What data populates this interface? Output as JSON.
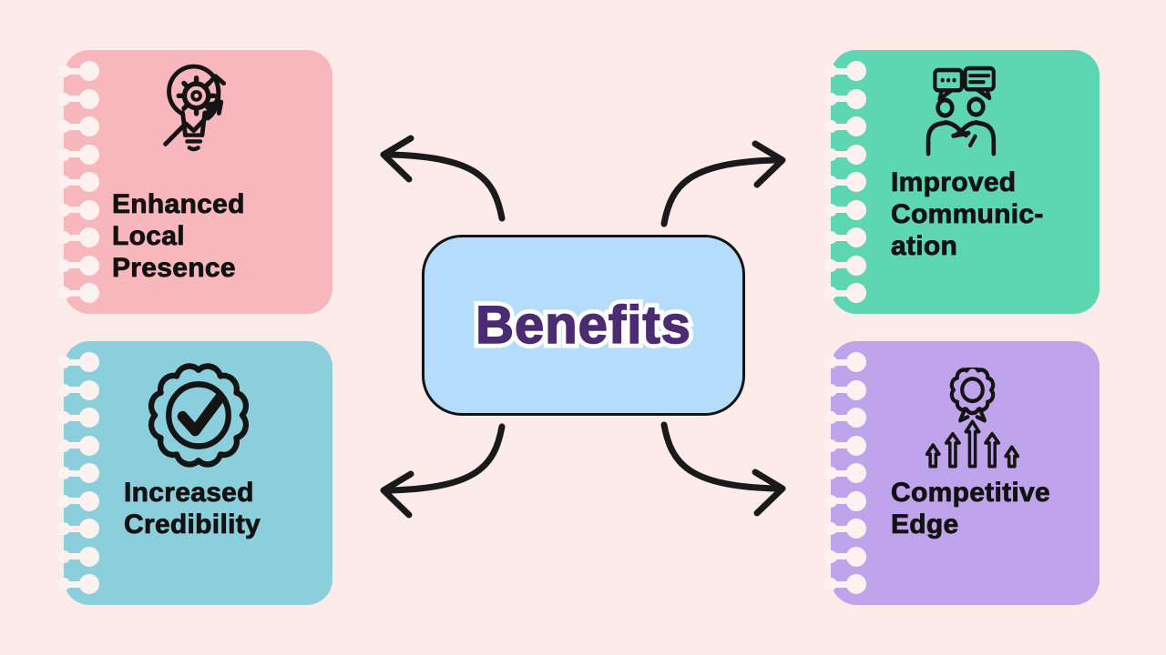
{
  "page": {
    "background": "#fcebe8"
  },
  "center": {
    "label": "Benefits",
    "fill": "#b5dcfa",
    "border_color": "#141414",
    "text_color": "#4b2b72",
    "outline_color": "#ffffff"
  },
  "cards": [
    {
      "id": "enhanced-local-presence",
      "position": "top-left",
      "color": "#f8b7bc",
      "icon": "idea-growth-icon",
      "title_lines": [
        "Enhanced",
        "Local",
        "Presence"
      ]
    },
    {
      "id": "improved-communication",
      "position": "top-right",
      "color": "#5ed6b2",
      "icon": "handshake-chat-icon",
      "title_lines": [
        "Improved",
        "Communic-",
        "ation"
      ]
    },
    {
      "id": "increased-credibility",
      "position": "bottom-left",
      "color": "#8bcfdd",
      "icon": "badge-check-icon",
      "title_lines": [
        "Increased",
        "Credibility"
      ]
    },
    {
      "id": "competitive-edge",
      "position": "bottom-right",
      "color": "#bfa3eb",
      "icon": "award-arrows-icon",
      "title_lines": [
        "Competitive",
        "Edge"
      ]
    }
  ],
  "title_color": "#121212",
  "icon_color": "#141414",
  "arrows": {
    "style": "hand-drawn-curved",
    "color": "#1a1a1a",
    "count": 4,
    "directions": [
      "center-to-top-left",
      "center-to-top-right",
      "center-to-bottom-left",
      "center-to-bottom-right"
    ]
  },
  "notebook_holes": {
    "per_card": 9,
    "color": "#fdf2ef"
  }
}
